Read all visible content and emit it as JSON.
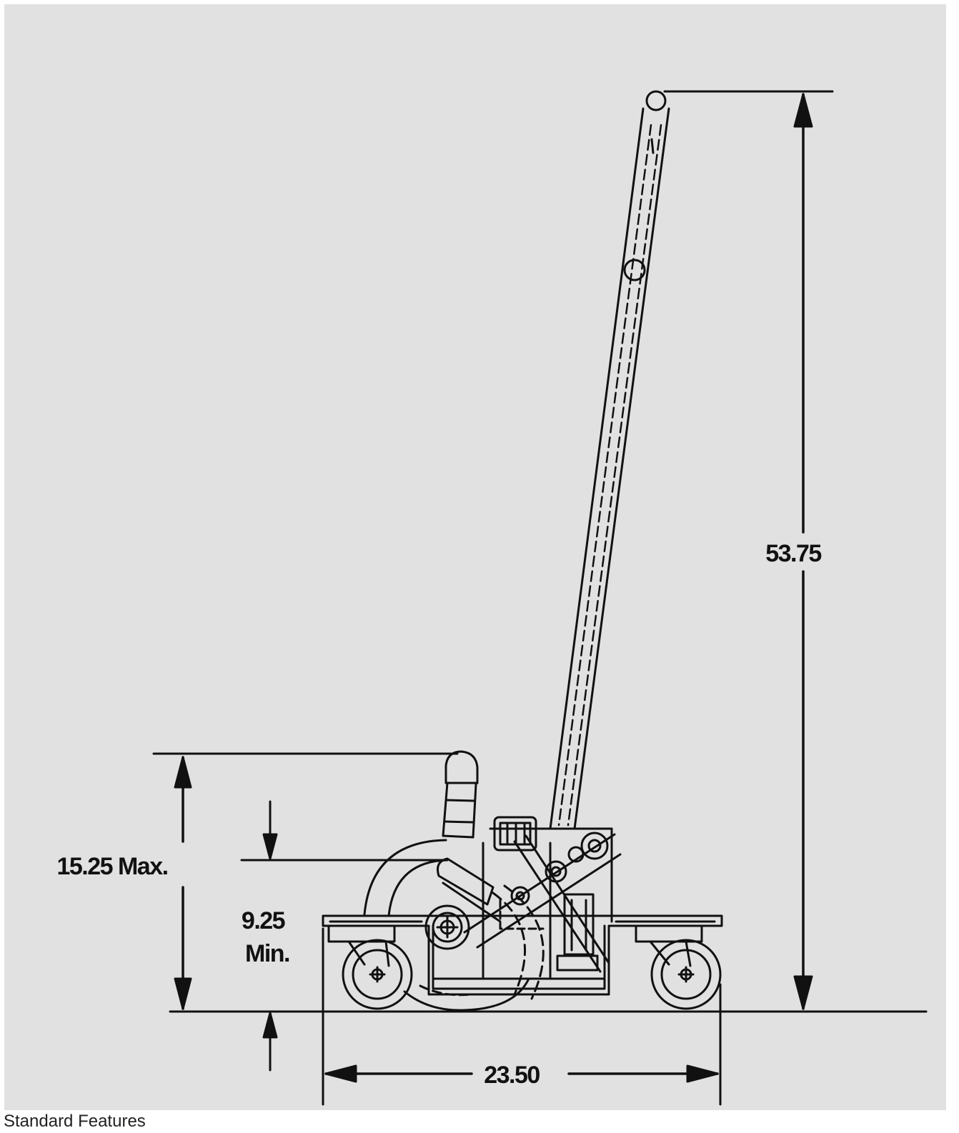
{
  "drawing": {
    "background_color": "#e1e1e1",
    "line_color": "#111111",
    "dimensions": {
      "overall_height": "53.75",
      "handle_height_max": "15.25 Max.",
      "lift_height_min_value": "9.25",
      "lift_height_min_unit": "Min.",
      "overall_length": "23.50"
    }
  },
  "caption": "Standard Features"
}
